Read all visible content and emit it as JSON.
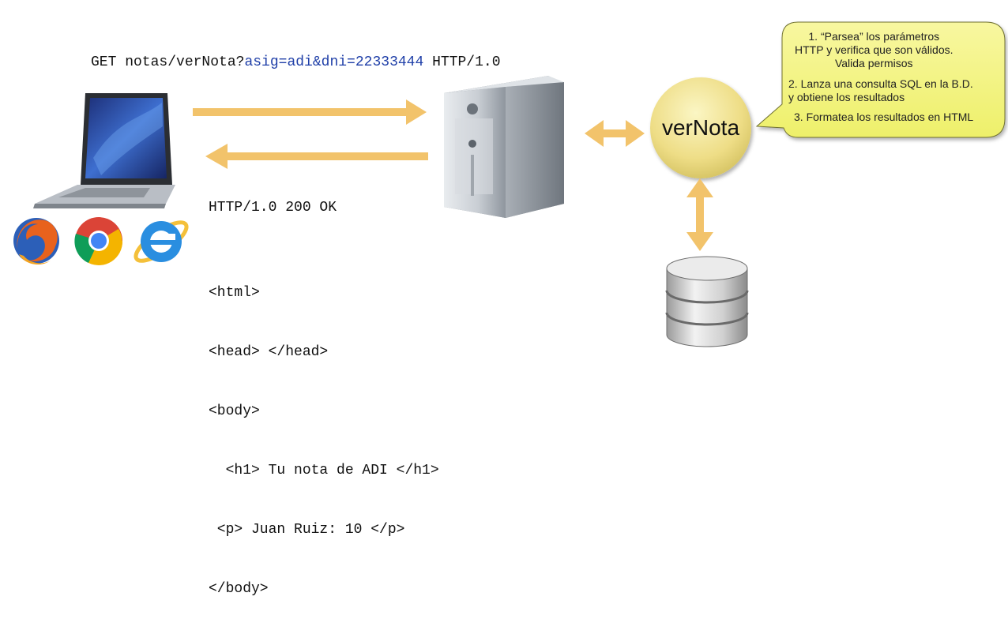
{
  "request": {
    "prefix": "GET notas/verNota?",
    "params": "asig=adi&dni=22333444",
    "suffix": " HTTP/1.0"
  },
  "response": {
    "status": "HTTP/1.0 200 OK",
    "body_lines": [
      "<html>",
      "<head> </head>",
      "<body>",
      "  <h1> Tu nota de ADI </h1>",
      " <p> Juan Ruiz: 10 </p>",
      "</body>"
    ]
  },
  "node": {
    "label": "verNota"
  },
  "callout": {
    "step1": "1. “Parsea” los parámetros\nHTTP y verifica que son válidos.\nValida permisos",
    "step2": "2. Lanza una consulta SQL en la B.D.\ny obtiene los resultados",
    "step3": "3. Formatea los resultados en HTML"
  },
  "icons": {
    "client": "laptop-icon",
    "browsers": [
      "firefox-icon",
      "chrome-icon",
      "internet-explorer-icon"
    ],
    "server": "server-tower-icon",
    "database": "database-icon"
  },
  "colors": {
    "arrow": "#f2c36b",
    "node_fill": "#efe48a",
    "callout_fill": "#f4f48a",
    "param_text": "#1f3fa8"
  }
}
